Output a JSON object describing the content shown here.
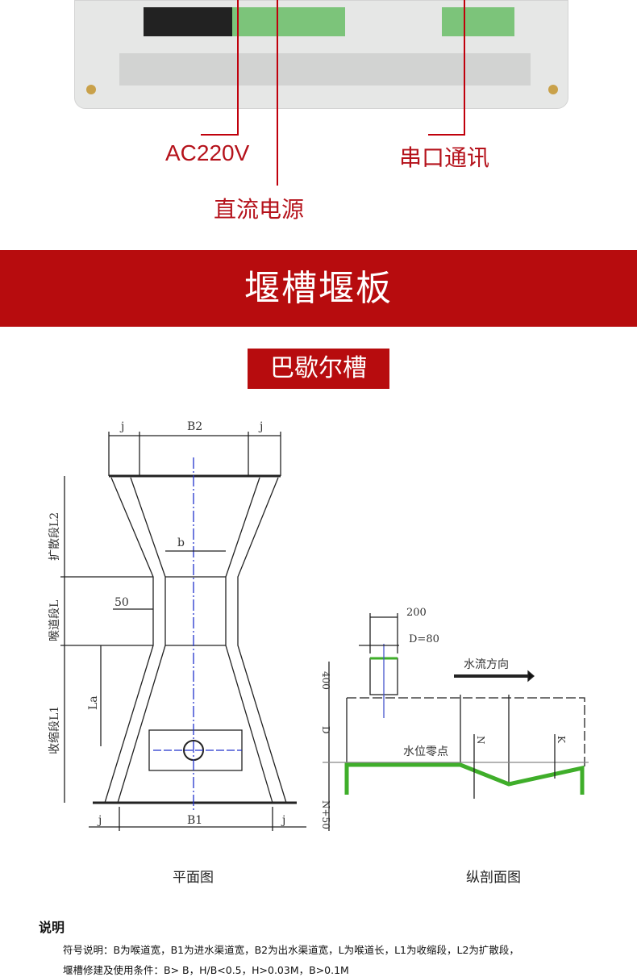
{
  "labels": {
    "ac": "AC220V",
    "dc": "直流电源",
    "serial": "串口通讯"
  },
  "banner": "堰槽堰板",
  "subtitle": "巴歇尔槽",
  "plan": {
    "caption": "平面图",
    "j": "j",
    "B2": "B2",
    "B1": "B1",
    "b": "b",
    "L2": "扩散段L2",
    "L": "喉道段L",
    "L1": "收缩段L1",
    "La": "La",
    "fifty": "50"
  },
  "section": {
    "caption": "纵剖面图",
    "w200": "200",
    "d80": "D=80",
    "h400": "400",
    "D": "D",
    "n50": "N+50",
    "flow": "水流方向",
    "zero": "水位零点",
    "N": "N",
    "K": "K"
  },
  "notes": {
    "heading": "说明",
    "line1": "符号说明：B为喉道宽，B1为进水渠道宽，B2为出水渠道宽，L为喉道长，L1为收缩段，L2为扩散段，",
    "line2": "堰槽修建及使用条件：B> B，H/B<0.5，H>0.03M，B>0.1M"
  },
  "colors": {
    "red": "#b70c0e",
    "green": "#3fae2a"
  }
}
